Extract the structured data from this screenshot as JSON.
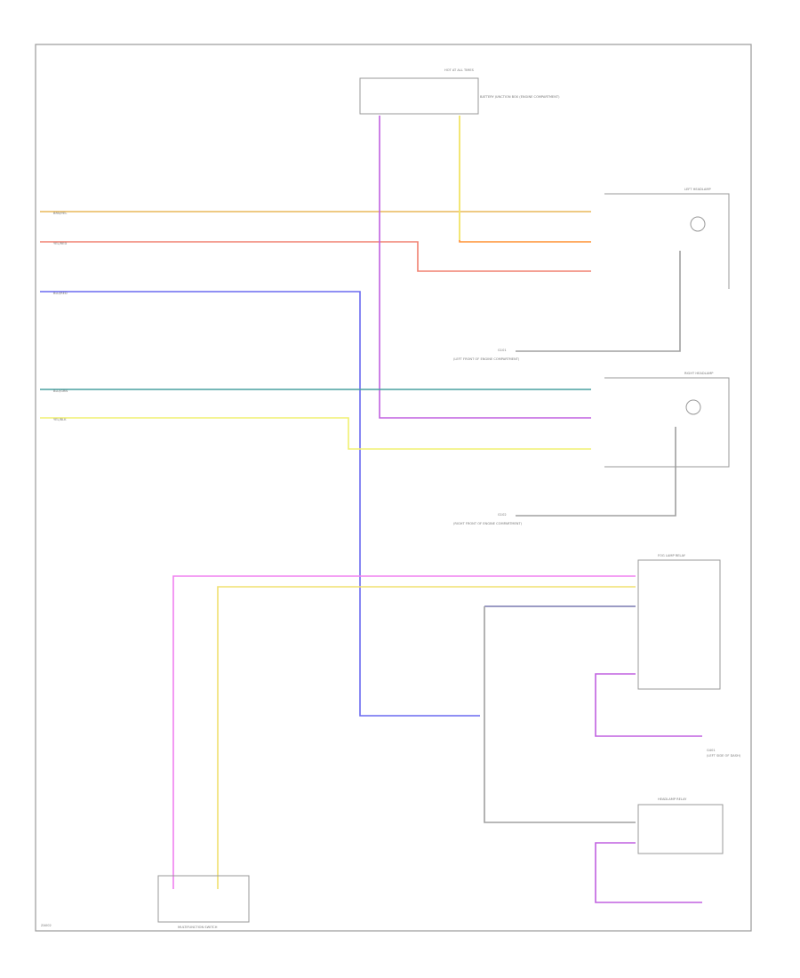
{
  "colors": {
    "background": "#ffffff",
    "frame": "#999999",
    "component_outline": "#8a8a8a",
    "connector": "#8a8a8a",
    "wire_brown_yellow": "#e8b85a",
    "wire_yellow_red": "#f08070",
    "wire_violet": "#c060e0",
    "wire_yellow": "#f0f070",
    "wire_blue_red": "#6a6af0",
    "wire_blue_green": "#4aa0a0",
    "wire_orange": "#ff9030",
    "wire_pink": "#f080f0",
    "wire_blue_gray": "#7a7ab0",
    "wire_gray": "#a0a0a0"
  },
  "labels": {
    "fuse_block_title": "HOT AT ALL TIMES",
    "fuse_block_sub": "BATTERY JUNCTION BOX (ENGINE COMPARTMENT)",
    "left_headlamp": "LEFT HEADLAMP",
    "right_headlamp": "RIGHT HEADLAMP",
    "left_ground": "G101",
    "left_ground_sub": "(LEFT FRONT OF ENGINE COMPARTMENT)",
    "right_ground": "G102",
    "right_ground_sub": "(RIGHT FRONT OF ENGINE COMPARTMENT)",
    "relay_1": "FOG LAMP RELAY",
    "relay_2": "HEADLAMP RELAY",
    "multifunction_switch": "MULTIFUNCTION SWITCH",
    "lh_ground": "G401",
    "lh_ground_sub": "(LEFT SIDE OF DASH)",
    "wire_brown": "BRN/YEL",
    "wire_yellow_red": "YEL/RED",
    "wire_blue": "BLU/RED",
    "wire_blue_grn": "BLU/GRN",
    "wire_yellow": "YEL/BLK",
    "page_code": "ZA002"
  }
}
